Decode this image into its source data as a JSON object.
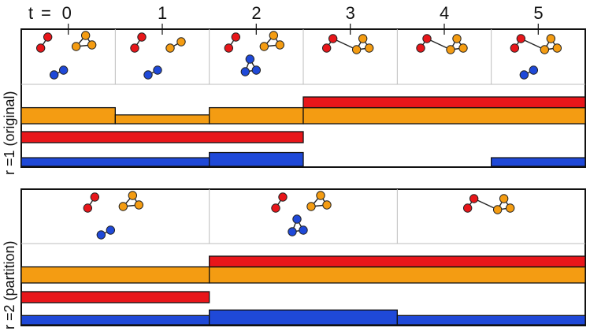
{
  "colors": {
    "red": "#e8161a",
    "orange": "#f49c12",
    "blue": "#1f49d8",
    "node_stroke": "#222222",
    "grid": "#bdbdbd"
  },
  "time_axis": {
    "label_t": "t",
    "label_eq": "=",
    "ticks": [
      "0",
      "1",
      "2",
      "3",
      "4",
      "5"
    ]
  },
  "panels": [
    {
      "id": "original",
      "label": "r =1 (original)",
      "slices": [
        {
          "graphs": [
            "red-pair",
            "orange-tri",
            "blue-pair"
          ]
        },
        {
          "graphs": [
            "red-pair",
            "orange-pair",
            "blue-pair"
          ]
        },
        {
          "graphs": [
            "red-pair",
            "orange-tri",
            "blue-tri"
          ]
        },
        {
          "graphs": [
            "red-orange-merged"
          ]
        },
        {
          "graphs": [
            "red-orange-merged"
          ]
        },
        {
          "graphs": [
            "red-orange-merged",
            "blue-pair"
          ]
        }
      ],
      "bands": {
        "red_orange": [
          {
            "start": 0,
            "end": 1,
            "red": 0,
            "orange": 1.0
          },
          {
            "start": 1,
            "end": 2,
            "red": 0,
            "orange": 0.55
          },
          {
            "start": 2,
            "end": 3,
            "red": 0,
            "orange": 1.0
          },
          {
            "start": 3,
            "end": 6,
            "red": 1.0,
            "orange": 1.0
          }
        ],
        "red": [
          {
            "start": 0,
            "end": 3,
            "level": 1.0
          }
        ],
        "blue": [
          {
            "start": 0,
            "end": 2,
            "level": 1.0
          },
          {
            "start": 2,
            "end": 3,
            "level": 1.6
          },
          {
            "start": 5,
            "end": 6,
            "level": 1.0
          }
        ]
      }
    },
    {
      "id": "partition",
      "label": "r =2 (partition)",
      "slices": [
        {
          "graphs": [
            "red-pair",
            "orange-tri",
            "blue-pair"
          ]
        },
        {
          "graphs": [
            "red-pair",
            "orange-tri",
            "blue-tri"
          ]
        },
        {
          "graphs": [
            "red-orange-merged"
          ]
        }
      ],
      "bands": {
        "red_orange": [
          {
            "start": 0,
            "end": 2,
            "red": 0,
            "orange": 1.0
          },
          {
            "start": 2,
            "end": 6,
            "red": 1.0,
            "orange": 1.0
          }
        ],
        "red": [
          {
            "start": 0,
            "end": 2,
            "level": 1.0
          }
        ],
        "blue": [
          {
            "start": 0,
            "end": 2,
            "level": 1.0
          },
          {
            "start": 2,
            "end": 4,
            "level": 1.6
          },
          {
            "start": 4,
            "end": 6,
            "level": 1.0
          }
        ]
      }
    }
  ]
}
